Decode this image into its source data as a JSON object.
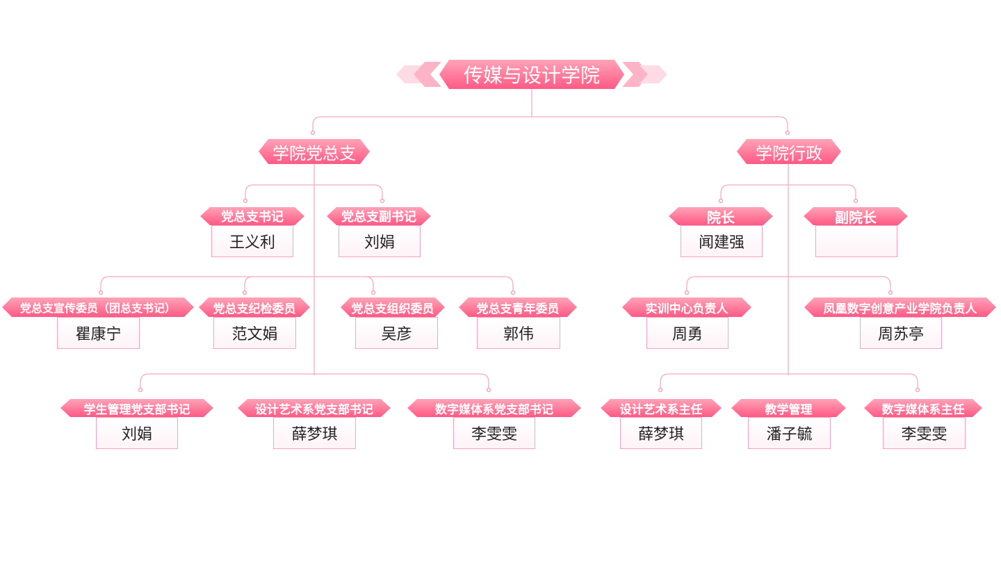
{
  "title": "传媒与设计学院",
  "colors": {
    "accent": "#ff6f93",
    "line": "#f7a3bd",
    "text": "#222222"
  },
  "nodes": [
    {
      "role": "学院党总支",
      "level": 1
    },
    {
      "role": "学院行政",
      "level": 1
    },
    {
      "role": "党总支书记",
      "name": "王义利"
    },
    {
      "role": "党总支副书记",
      "name": "刘娟"
    },
    {
      "role": "院长",
      "name": "闻建强"
    },
    {
      "role": "副院长",
      "name": ""
    },
    {
      "role": "党总支宣传委员（团总支书记）",
      "name": "瞿康宁"
    },
    {
      "role": "党总支纪检委员",
      "name": "范文娟"
    },
    {
      "role": "党总支组织委员",
      "name": "吴彦"
    },
    {
      "role": "党总支青年委员",
      "name": "郭伟"
    },
    {
      "role": "实训中心负责人",
      "name": "周勇"
    },
    {
      "role": "凤凰数字创意产业学院负责人",
      "name": "周苏亭"
    },
    {
      "role": "学生管理党支部书记",
      "name": "刘娟"
    },
    {
      "role": "设计艺术系党支部书记",
      "name": "薛梦琪"
    },
    {
      "role": "数字媒体系党支部书记",
      "name": "李雯雯"
    },
    {
      "role": "设计艺术系主任",
      "name": "薛梦琪"
    },
    {
      "role": "教学管理",
      "name": "潘子毓"
    },
    {
      "role": "数字媒体系主任",
      "name": "李雯雯"
    }
  ]
}
